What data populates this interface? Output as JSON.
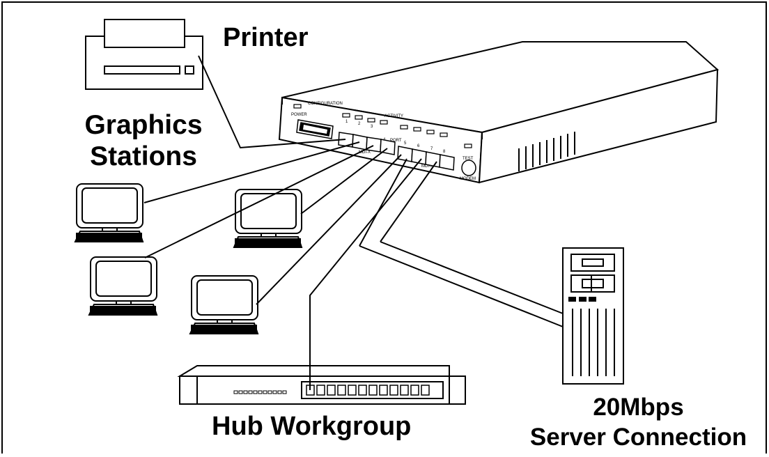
{
  "labels": {
    "printer": "Printer",
    "graphics_line1": "Graphics",
    "graphics_line2": "Stations",
    "hub": "Hub Workgroup",
    "server_line1": "20Mbps",
    "server_line2": "Server Connection"
  },
  "switch_panel": {
    "power": "POWER",
    "config": "CONFIGURATION",
    "activity": "ACTIVITY",
    "port": "PORT",
    "mdix": "MDI-X",
    "test": "TEST",
    "modem": "MODEM",
    "port_numbers": [
      "1",
      "2",
      "3",
      "4",
      "5",
      "6",
      "7",
      "8"
    ]
  }
}
